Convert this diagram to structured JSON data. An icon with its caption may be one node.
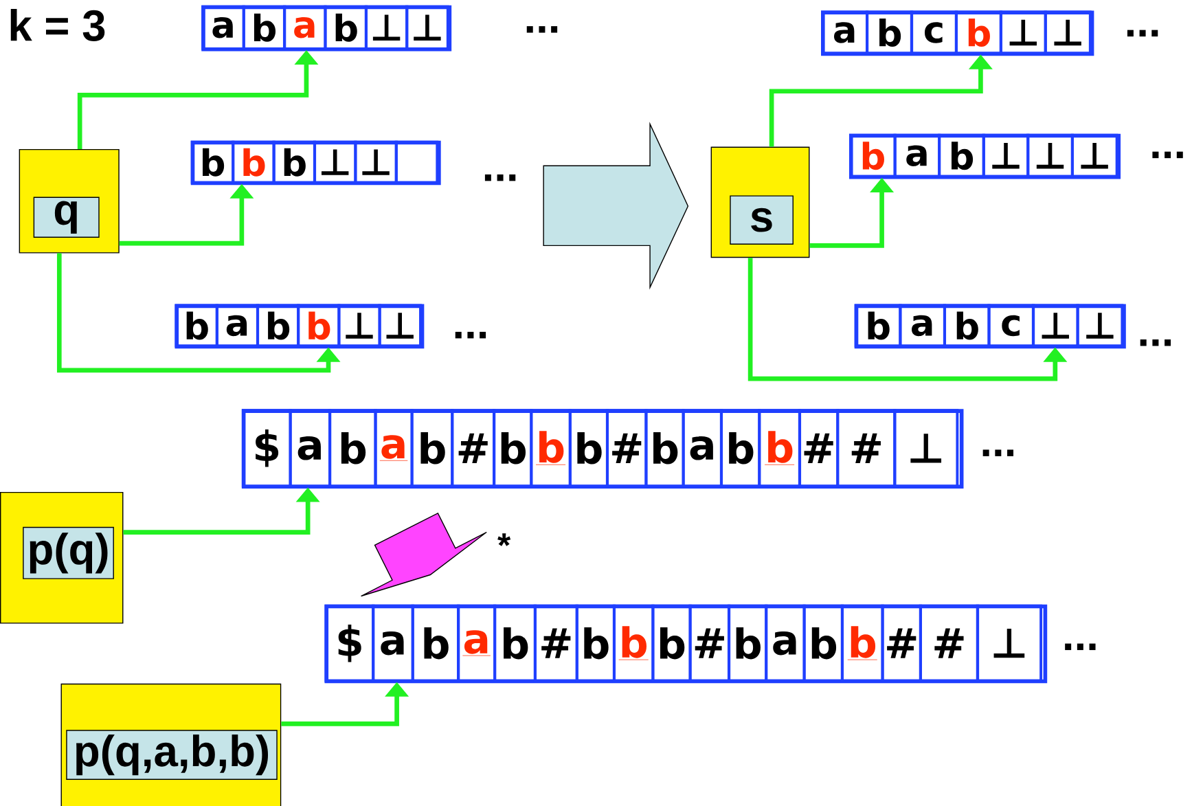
{
  "diagram": {
    "nodes": [
      {
        "text": [],
        "shape": "box"
      },
      {
        "text": [
          "q"
        ],
        "in": 0
      },
      {
        "text": [],
        "shape": "box",
        "beside": [
          "..."
        ]
      },
      {
        "text": [
          "a"
        ],
        "in": 2
      },
      {
        "text": [
          "b"
        ],
        "in": 2
      },
      {
        "text": [
          "a"
        ],
        "in": 2
      },
      {
        "text": [
          "b"
        ],
        "in": 2
      },
      {
        "text": [
          "⊥"
        ],
        "in": 2
      },
      {
        "text": [
          "⊥"
        ],
        "in": 2
      },
      {
        "text": [],
        "shape": "box",
        "beside": [
          "..."
        ]
      },
      {
        "text": [
          "b"
        ],
        "in": 9
      },
      {
        "text": [
          "b"
        ],
        "in": 9
      },
      {
        "text": [
          "b"
        ],
        "in": 9
      },
      {
        "text": [
          "⊥"
        ],
        "in": 9
      },
      {
        "text": [
          "⊥"
        ],
        "in": 9
      },
      {
        "text": [],
        "shape": "box",
        "in": 9
      },
      {
        "text": [],
        "shape": "box",
        "beside": [
          "..."
        ]
      },
      {
        "text": [
          "b"
        ],
        "in": 16
      },
      {
        "text": [
          "a"
        ],
        "in": 16
      },
      {
        "text": [
          "b"
        ],
        "in": 16
      },
      {
        "text": [
          "b"
        ],
        "in": 16
      },
      {
        "text": [
          "⊥"
        ],
        "in": 16
      },
      {
        "text": [
          "⊥"
        ],
        "in": 16
      },
      {
        "text": [],
        "shape": "box"
      },
      {
        "text": [
          "s"
        ],
        "in": 23
      },
      {
        "text": [],
        "shape": "box",
        "beside": [
          "..."
        ]
      },
      {
        "text": [
          "a"
        ],
        "in": 25
      },
      {
        "text": [
          "b"
        ],
        "in": 25
      },
      {
        "text": [
          "c"
        ],
        "in": 25
      },
      {
        "text": [
          "b"
        ],
        "in": 25
      },
      {
        "text": [
          "⊥"
        ],
        "in": 25
      },
      {
        "text": [
          "⊥"
        ],
        "in": 25
      },
      {
        "text": [],
        "shape": "box",
        "beside": [
          "..."
        ]
      },
      {
        "text": [
          "b"
        ],
        "in": 32
      },
      {
        "text": [
          "a"
        ],
        "in": 32
      },
      {
        "text": [
          "b"
        ],
        "in": 32
      },
      {
        "text": [
          "⊥"
        ],
        "in": 32
      },
      {
        "text": [
          "⊥"
        ],
        "in": 32
      },
      {
        "text": [
          "⊥"
        ],
        "in": 32
      },
      {
        "text": [],
        "shape": "box",
        "beside": [
          "..."
        ]
      },
      {
        "text": [
          "b"
        ],
        "in": 39
      },
      {
        "text": [
          "a"
        ],
        "in": 39
      },
      {
        "text": [
          "b"
        ],
        "in": 39
      },
      {
        "text": [
          "c"
        ],
        "in": 39
      },
      {
        "text": [
          "⊥"
        ],
        "in": 39
      },
      {
        "text": [
          "⊥"
        ],
        "in": 39
      },
      {
        "text": [],
        "shape": "box",
        "beside": [
          "..."
        ]
      },
      {
        "text": [
          "$"
        ],
        "in": 46
      },
      {
        "text": [
          "a"
        ],
        "in": 46
      },
      {
        "text": [
          "b"
        ],
        "in": 46
      },
      {
        "text": [
          "a"
        ],
        "in": 46
      },
      {
        "text": [
          "b"
        ],
        "in": 46
      },
      {
        "text": [
          "#"
        ],
        "in": 46
      },
      {
        "text": [
          "b"
        ],
        "in": 46
      },
      {
        "text": [
          "b"
        ],
        "in": 46
      },
      {
        "text": [
          "b"
        ],
        "in": 46
      },
      {
        "text": [
          "#"
        ],
        "in": 46
      },
      {
        "text": [
          "b"
        ],
        "in": 46
      },
      {
        "text": [
          "a"
        ],
        "in": 46
      },
      {
        "text": [
          "b"
        ],
        "in": 46
      },
      {
        "text": [
          "b"
        ],
        "in": 46
      },
      {
        "text": [
          "#"
        ],
        "in": 46
      },
      {
        "text": [
          "#"
        ],
        "in": 46
      },
      {
        "text": [
          "⊥"
        ],
        "in": 46
      },
      {
        "text": [],
        "shape": "box"
      },
      {
        "text": [
          "p(q)"
        ],
        "in": 64
      },
      {
        "text": [],
        "shape": "box",
        "beside": [
          "..."
        ]
      },
      {
        "text": [
          "$"
        ],
        "in": 66
      },
      {
        "text": [
          "a"
        ],
        "in": 66
      },
      {
        "text": [
          "b"
        ],
        "in": 66
      },
      {
        "text": [
          "a"
        ],
        "in": 66
      },
      {
        "text": [
          "b"
        ],
        "in": 66
      },
      {
        "text": [
          "#"
        ],
        "in": 66
      },
      {
        "text": [
          "b"
        ],
        "in": 66
      },
      {
        "text": [
          "b"
        ],
        "in": 66
      },
      {
        "text": [
          "b"
        ],
        "in": 66
      },
      {
        "text": [
          "#"
        ],
        "in": 66
      },
      {
        "text": [
          "b"
        ],
        "in": 66
      },
      {
        "text": [
          "a"
        ],
        "in": 66
      },
      {
        "text": [
          "b"
        ],
        "in": 66
      },
      {
        "text": [
          "b"
        ],
        "in": 66
      },
      {
        "text": [
          "#"
        ],
        "in": 66
      },
      {
        "text": [
          "#"
        ],
        "in": 66
      },
      {
        "text": [
          "⊥"
        ],
        "in": 66
      },
      {
        "text": [],
        "shape": "box"
      },
      {
        "text": [
          "p(q,a,b,b)"
        ],
        "in": 84
      }
    ],
    "edges": [
      {
        "from": 0,
        "to": 5,
        "arrow": "to"
      },
      {
        "from": 0,
        "to": 11,
        "arrow": "to"
      },
      {
        "from": 0,
        "to": 20,
        "arrow": "to"
      },
      {
        "from": 23,
        "to": 29,
        "arrow": "to"
      },
      {
        "from": 23,
        "to": 33,
        "arrow": "to"
      },
      {
        "from": 23,
        "to": 44,
        "arrow": "to"
      },
      {
        "from": 9,
        "to": 23,
        "arrow": "to",
        "style": "thick",
        "color": "#c5e4e8"
      },
      {
        "from": 64,
        "to": 48,
        "arrow": "to"
      },
      {
        "from": 46,
        "to": 66,
        "arrow": "to",
        "style": "thick",
        "color": "#ff44ff"
      },
      {
        "from": 84,
        "to": 68,
        "arrow": "to"
      }
    ],
    "labels": [
      "k = 3",
      "*"
    ]
  }
}
